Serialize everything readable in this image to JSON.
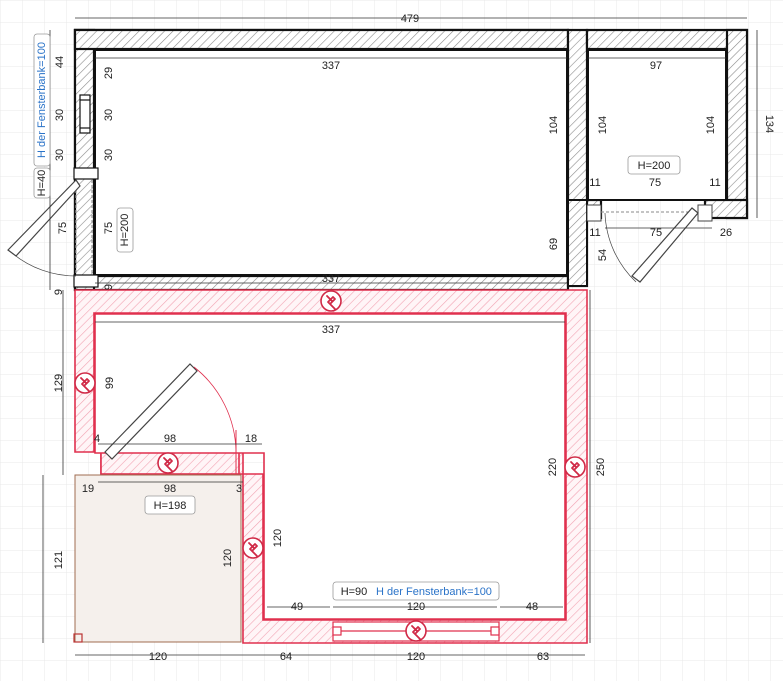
{
  "plan": {
    "colors": {
      "grid_minor": "#e4e4e4",
      "grid_major": "#cfcfcf",
      "existing_wall": "#111111",
      "new_wall": "#e0304e",
      "label_blue": "#2a73c8",
      "floor_fill": "#f5f0ec"
    },
    "dimensions": {
      "top_total": "479",
      "main_top": "337",
      "main_bottom": "337",
      "small_top": "97",
      "right_total": "134",
      "left_44": "44",
      "left_30a": "30",
      "left_30b": "30",
      "left_29": "29",
      "left_30c": "30",
      "left_30d": "30",
      "left_75a": "75",
      "left_75b": "75",
      "left_9a": "9",
      "left_9b": "9",
      "main_104": "104",
      "main_69": "69",
      "small_104a": "104",
      "small_104b": "104",
      "small_11a": "11",
      "small_75a": "75",
      "small_11b": "11",
      "small_11c": "11",
      "small_75b": "75",
      "small_26": "26",
      "small_54": "54",
      "new_top_337": "337",
      "new_left_129": "129",
      "new_99": "99",
      "new_4": "4",
      "new_98a": "98",
      "new_18": "18",
      "new_19": "19",
      "new_98b": "98",
      "new_3": "3",
      "new_220": "220",
      "new_250": "250",
      "new_121": "121",
      "new_120a": "120",
      "new_120b": "120",
      "new_49": "49",
      "new_120c": "120",
      "new_48": "48",
      "bottom_120a": "120",
      "bottom_64": "64",
      "bottom_120b": "120",
      "bottom_63": "63"
    },
    "labels": {
      "sill_left": "H der Fensterbank=100",
      "h40": "H=40",
      "h200_left": "H=200",
      "h200_right": "H=200",
      "h198": "H=198",
      "h90": "H=90",
      "sill_bottom": "H der Fensterbank=100"
    },
    "icons": {
      "wall_marker": "hammer-icon"
    }
  }
}
